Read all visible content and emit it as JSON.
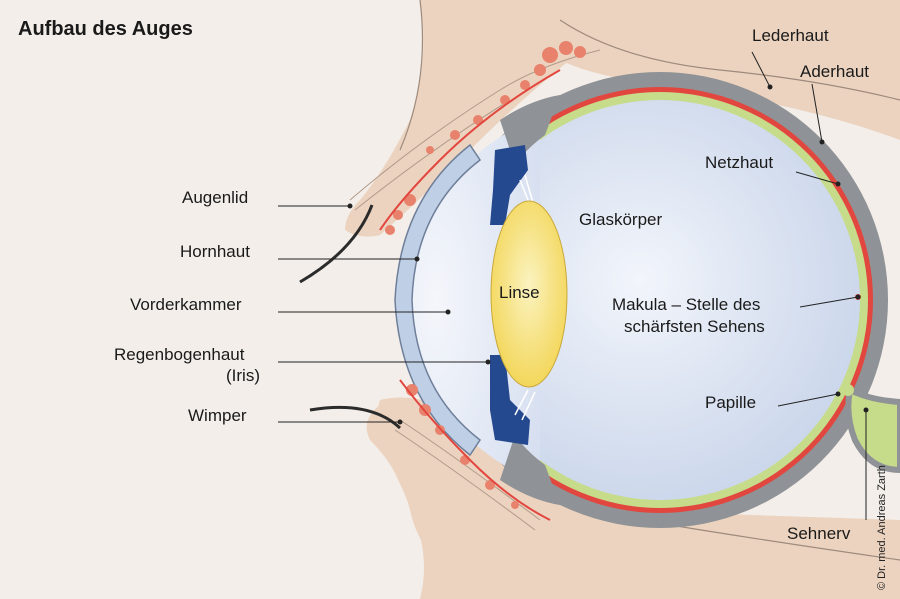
{
  "title": "Aufbau des Auges",
  "credit": "© Dr. med. Andreas Zarth",
  "labels": {
    "lederhaut": "Lederhaut",
    "aderhaut": "Aderhaut",
    "netzhaut": "Netzhaut",
    "glaskoerper": "Glaskörper",
    "linse": "Linse",
    "augenlid": "Augenlid",
    "hornhaut": "Hornhaut",
    "vorderkammer": "Vorderkammer",
    "regenbogenhaut_1": "Regenbogenhaut",
    "regenbogenhaut_2": "(Iris)",
    "wimper": "Wimper",
    "makula_1": "Makula – Stelle des",
    "makula_2": "schärfsten Sehens",
    "papille": "Papille",
    "sehnerv": "Sehnerv"
  },
  "colors": {
    "background": "#f3eee9",
    "skin": "#ecd3bf",
    "sclera": "#8f9296",
    "choroid": "#e2473f",
    "retina": "#c6dc8a",
    "vitreous": "#dfe7f5",
    "lens": "#f6e27c",
    "iris": "#25498f",
    "cornea": "#bfd0e6",
    "gland": "#e8826c"
  }
}
